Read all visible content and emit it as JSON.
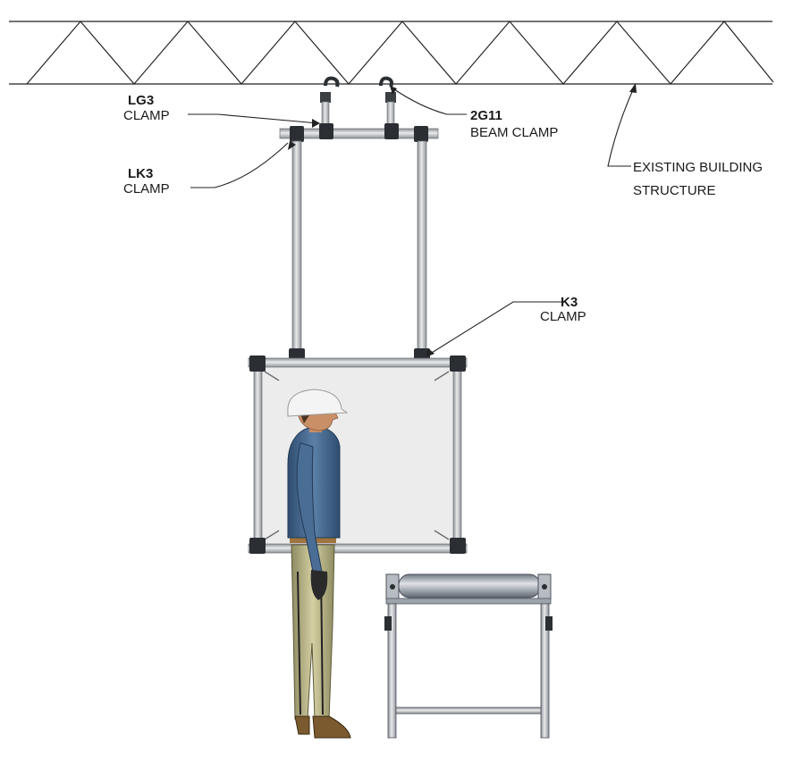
{
  "labels": {
    "lg3": {
      "code": "LG3",
      "desc": "CLAMP"
    },
    "lk3": {
      "code": "LK3",
      "desc": "CLAMP"
    },
    "g211": {
      "code": "2G11",
      "desc": "BEAM CLAMP"
    },
    "k3": {
      "code": "K3",
      "desc": "CLAMP"
    },
    "existing": {
      "line1": "EXISTING BUILDING",
      "line2": "STRUCTURE"
    }
  },
  "colors": {
    "line": "#222222",
    "pipe": "#c9ccd0",
    "pipe_edge": "#6b6f74",
    "clamp": "#2b2f33",
    "panel": "#ececec",
    "shirt": "#3d5f86",
    "pants": "#b9b58a",
    "skin": "#c98f66",
    "helmet": "#f4f4f4",
    "roller": "#9aa3ad"
  }
}
